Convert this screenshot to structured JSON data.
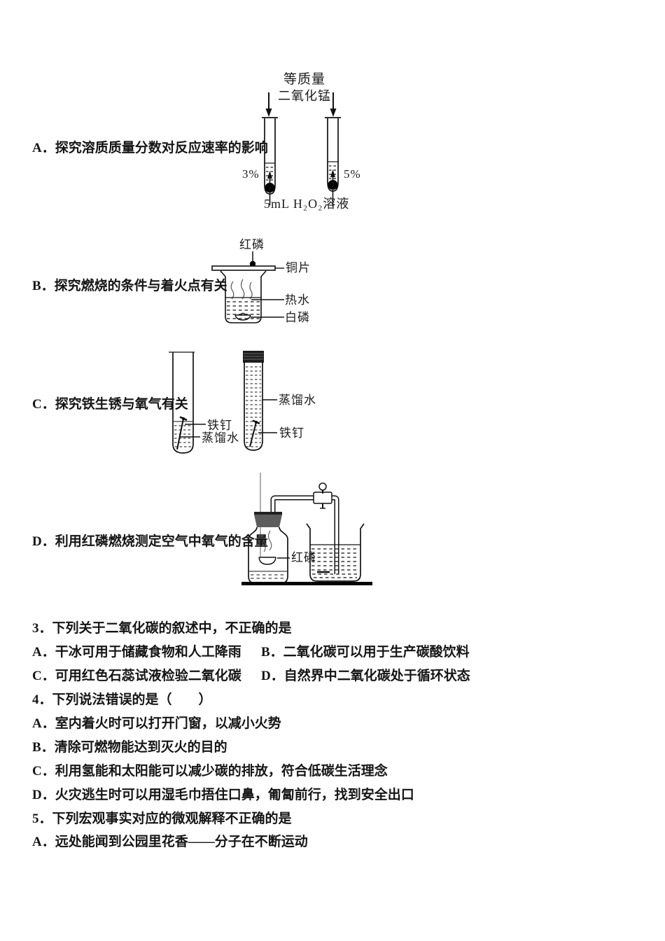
{
  "page": {
    "background": "#ffffff",
    "ink": "#151515"
  },
  "q2": {
    "optA": "A．探究溶质质量分数对反应速率的影响",
    "optB": "B．探究燃烧的条件与着火点有关",
    "optC": "C．探究铁生锈与氧气有关",
    "optD": "D．利用红磷燃烧测定空气中氧气的含量",
    "diagA": {
      "equal_mass": "等质量",
      "mno2": "二氧化锰",
      "left_pct": "3%",
      "right_pct": "5%",
      "solution": "5mL H₂O₂溶液"
    },
    "diagB": {
      "red_phosphorus": "红磷",
      "copper_sheet": "铜片",
      "hot_water": "热水",
      "white_phosphorus": "白磷"
    },
    "diagC": {
      "nail_left": "铁钉",
      "water_left": "蒸馏水",
      "water_right": "蒸馏水",
      "nail_right": "铁钉"
    },
    "diagD": {
      "red_phosphorus": "红磷"
    }
  },
  "q3": {
    "title": "3．下列关于二氧化碳的叙述中，不正确的是",
    "optA": "A．干冰可用于储藏食物和人工降雨",
    "optB": "B．二氧化碳可以用于生产碳酸饮料",
    "optC": "C．可用红色石蕊试液检验二氧化碳",
    "optD": "D．自然界中二氧化碳处于循环状态"
  },
  "q4": {
    "title": "4．下列说法错误的是（　　）",
    "optA": "A．室内着火时可以打开门窗，以减小火势",
    "optB": "B．清除可燃物能达到灭火的目的",
    "optC": "C．利用氢能和太阳能可以减少碳的排放，符合低碳生活理念",
    "optD": "D．火灾逃生时可以用湿毛巾捂住口鼻，匍匐前行，找到安全出口"
  },
  "q5": {
    "title": "5．下列宏观事实对应的微观解释不正确的是",
    "optA": "A．远处能闻到公园里花香——分子在不断运动"
  }
}
